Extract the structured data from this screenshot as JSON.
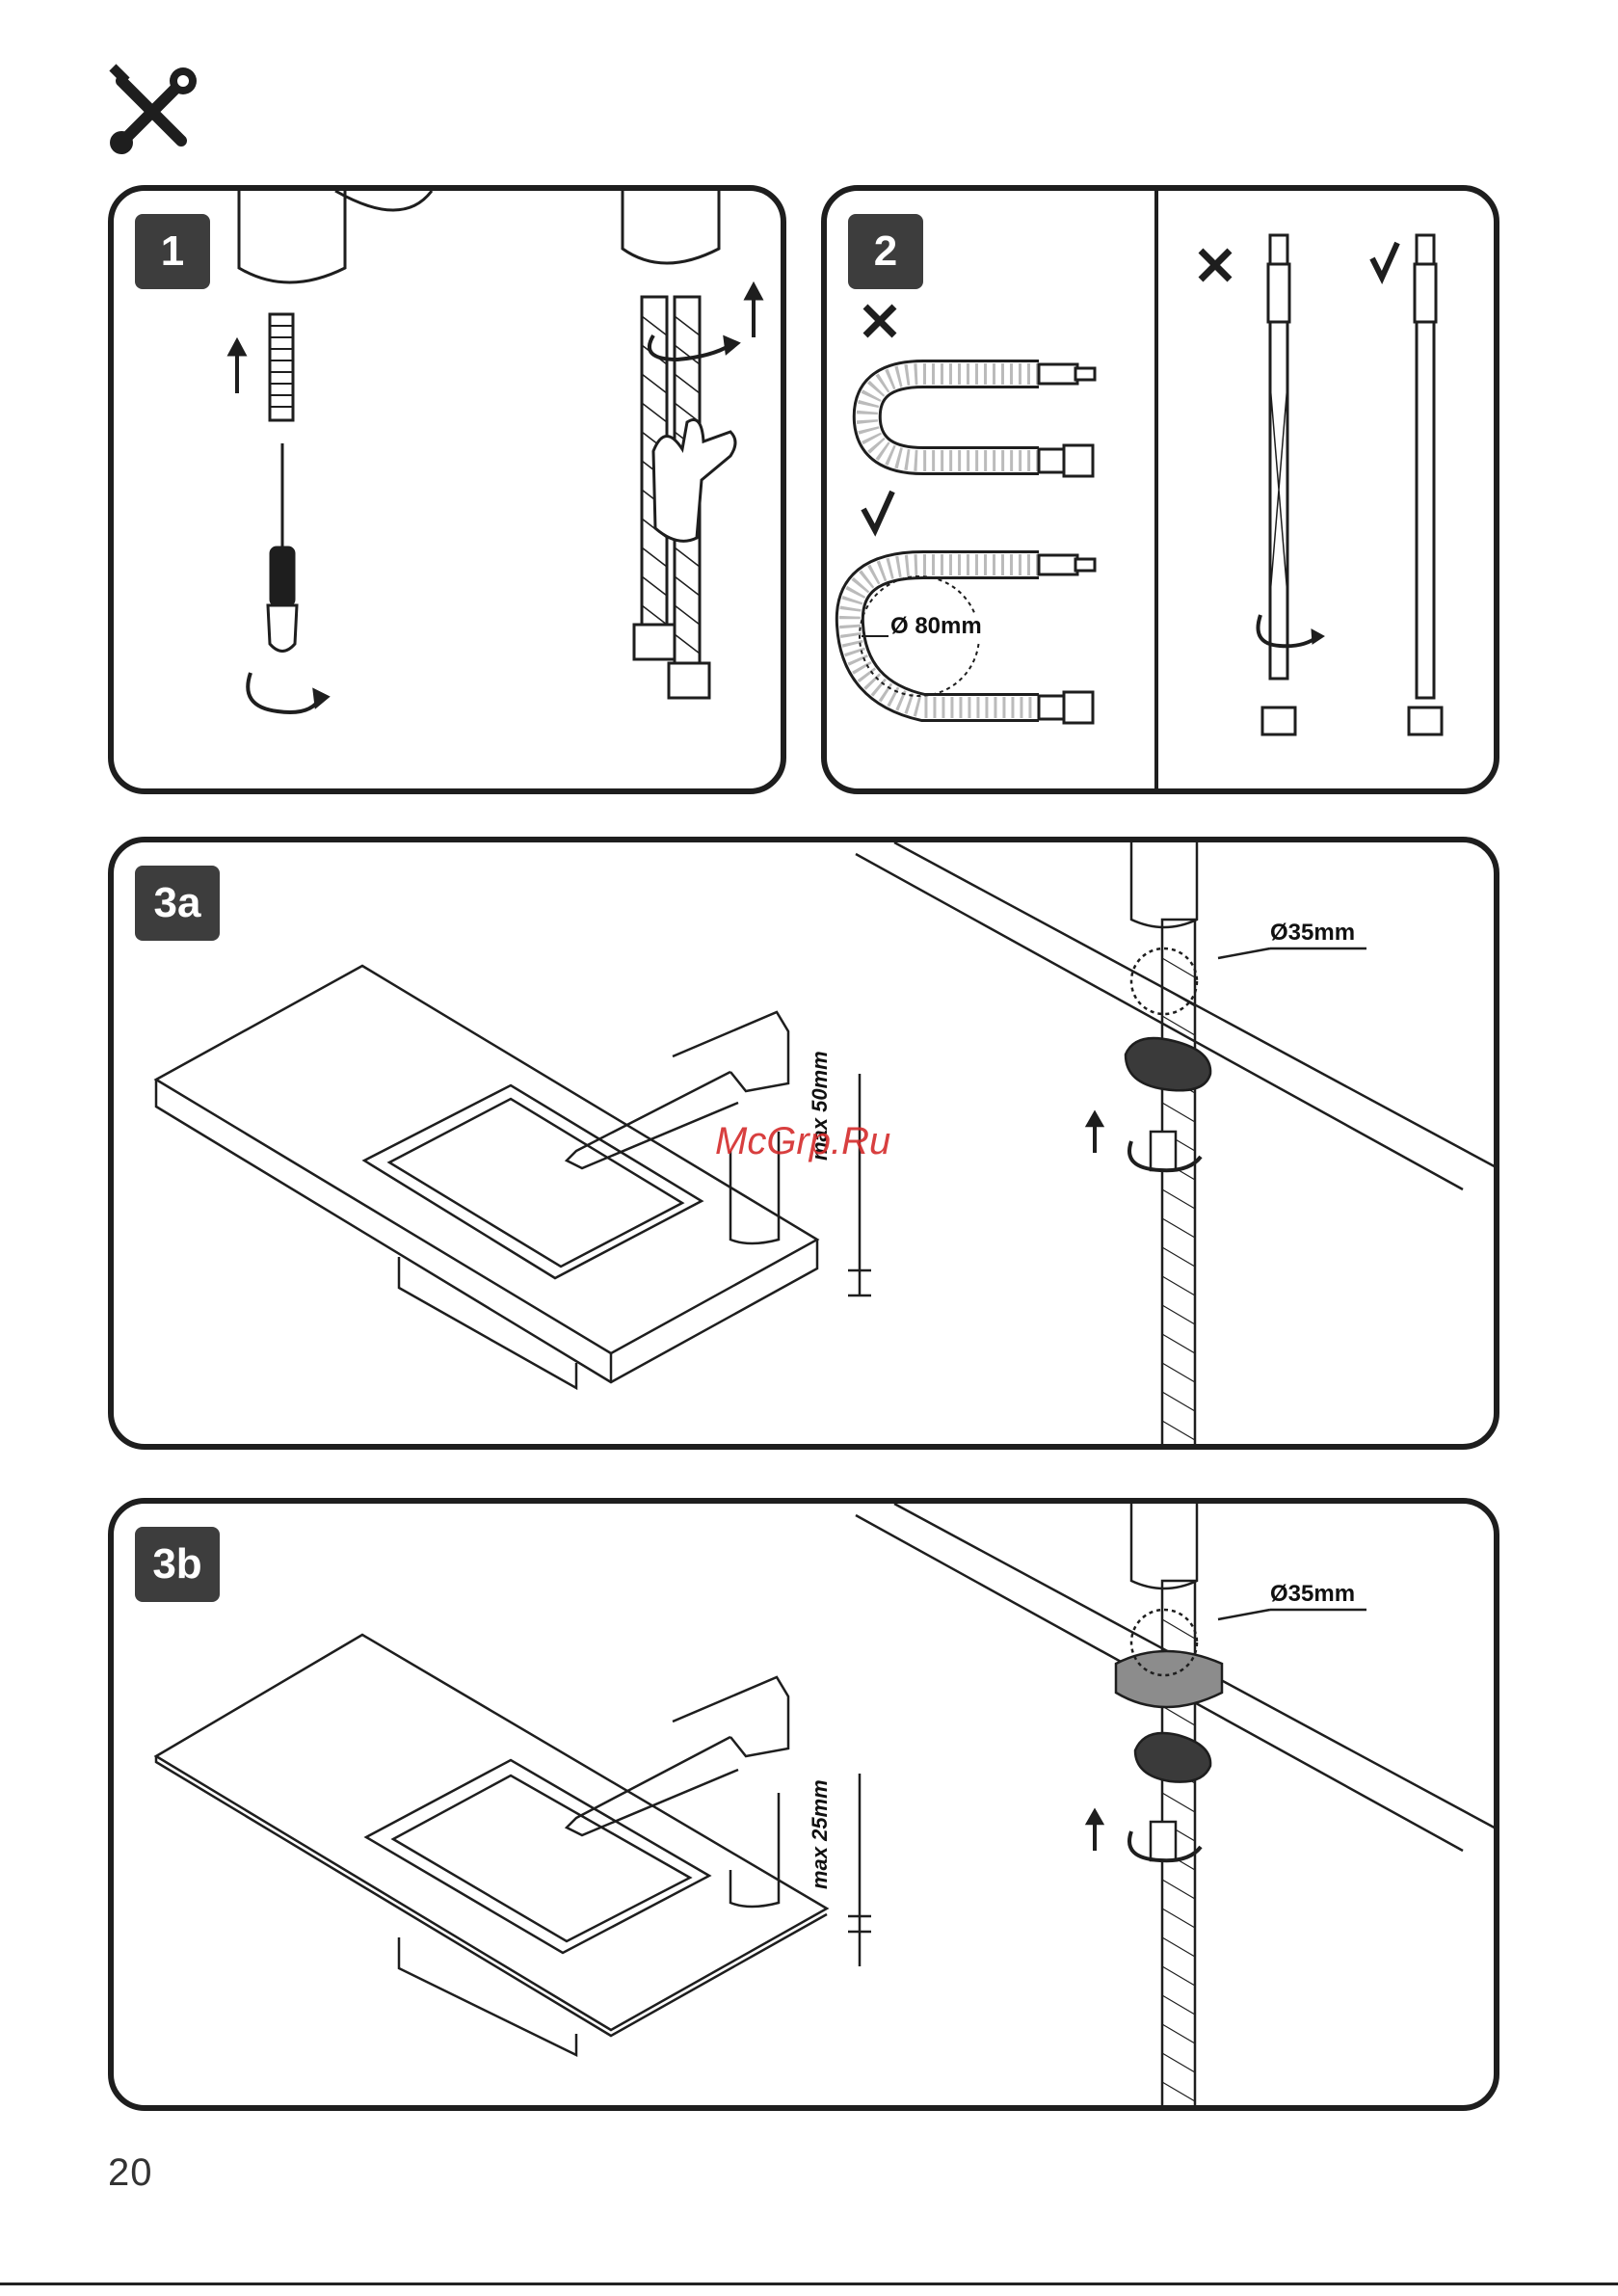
{
  "header": {
    "icon": "tools-icon"
  },
  "steps": [
    {
      "label": "1"
    },
    {
      "label": "2",
      "wrong_mark": "✕",
      "right_mark": "✓",
      "bend_label": "Ø 80mm"
    },
    {
      "label": "3a",
      "diameter_label": "Ø35mm",
      "max_label": "max 50mm"
    },
    {
      "label": "3b",
      "diameter_label": "Ø35mm",
      "max_label": "max 25mm"
    }
  ],
  "watermark": "McGrp.Ru",
  "footer": {
    "page_number": "20"
  }
}
